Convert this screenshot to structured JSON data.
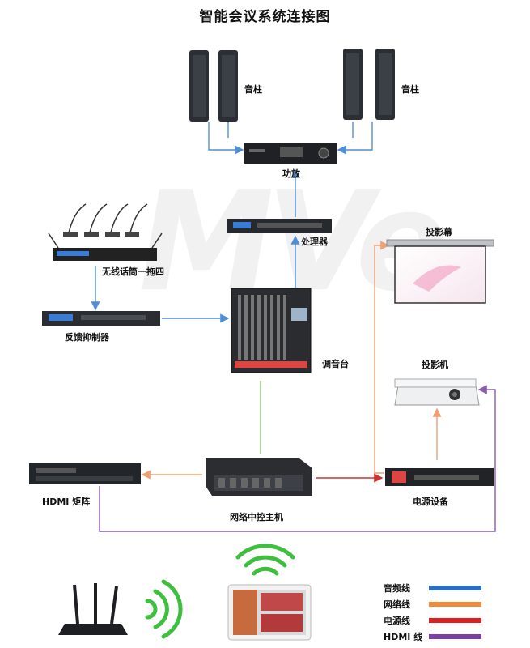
{
  "title": "智能会议系统连接图",
  "devices": {
    "speaker_left": "音柱",
    "speaker_right": "音柱",
    "amplifier": "功放",
    "processor": "处理器",
    "wireless_mic": "无线话筒一拖四",
    "feedback_suppressor": "反馈抑制器",
    "mixer": "调音台",
    "projector_screen": "投影幕",
    "projector": "投影机",
    "hdmi_matrix": "HDMI 矩阵",
    "central_control": "网络中控主机",
    "power_device": "电源设备"
  },
  "legend": {
    "audio": {
      "label": "音频线",
      "color": "#2a6fc0"
    },
    "network": {
      "label": "网络线",
      "color": "#f08a3c"
    },
    "power": {
      "label": "电源线",
      "color": "#e02020"
    },
    "hdmi": {
      "label": "HDMI 线",
      "color": "#7b3fa6"
    }
  },
  "colors": {
    "audio_line": "#4f8fd6",
    "network_line": "#f0a070",
    "power_line": "#d03030",
    "hdmi_line": "#8a5bb0",
    "control_line": "#8cc46b",
    "wifi_green": "#3fbf3f"
  }
}
